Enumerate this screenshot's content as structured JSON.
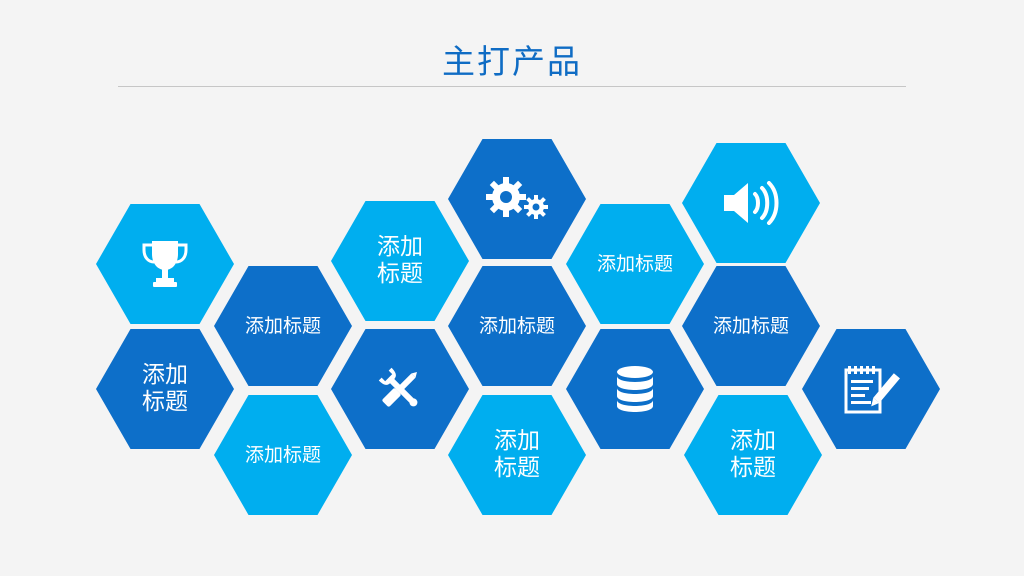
{
  "page": {
    "title": "主打产品"
  },
  "hexagons": {
    "trophy": {
      "icon": "trophy-icon"
    },
    "left_mid": {
      "label": "添加标题"
    },
    "top_center_left": {
      "label": "添加标题"
    },
    "gears": {
      "icon": "gears-icon"
    },
    "mid_top_right": {
      "label": "添加标题"
    },
    "speaker": {
      "icon": "speaker-icon"
    },
    "second_row_left": {
      "label": "添加标题"
    },
    "center_upper": {
      "label": "添加标题"
    },
    "right_upper": {
      "label": "添加标题"
    },
    "tools": {
      "icon": "wrench-screwdriver-icon"
    },
    "database": {
      "icon": "database-icon"
    },
    "notes": {
      "icon": "notepad-pen-icon"
    },
    "bottom_left": {
      "label": "添加标题"
    },
    "bottom_center": {
      "label": "添加标题"
    },
    "bottom_right": {
      "label": "添加标题"
    }
  },
  "colors": {
    "light_blue": "#00aeef",
    "dark_blue": "#0d6fc9",
    "title_blue": "#0f6cc4",
    "background": "#f4f4f4"
  }
}
